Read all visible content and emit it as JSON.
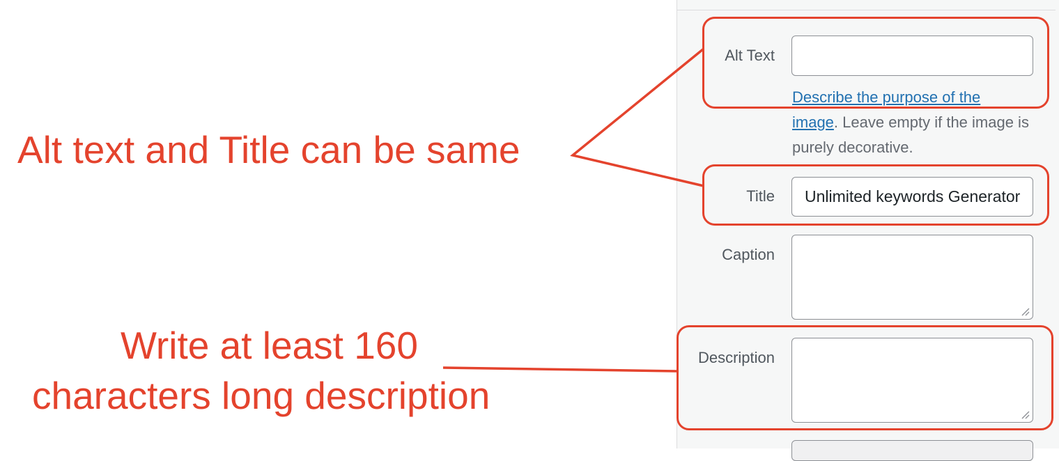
{
  "attachment_details": {
    "alt_text": {
      "label": "Alt Text",
      "value": "",
      "help_link": "Describe the purpose of the image",
      "help_rest": ". Leave empty if the image is purely decorative."
    },
    "title": {
      "label": "Title",
      "value": "Unlimited keywords Generator"
    },
    "caption": {
      "label": "Caption",
      "value": ""
    },
    "description": {
      "label": "Description",
      "value": ""
    }
  },
  "annotations": {
    "alt_title_note": "Alt text and Title can be same",
    "description_note_line1": "Write at least 160",
    "description_note_line2": "characters long description",
    "color": "#e4432d"
  }
}
